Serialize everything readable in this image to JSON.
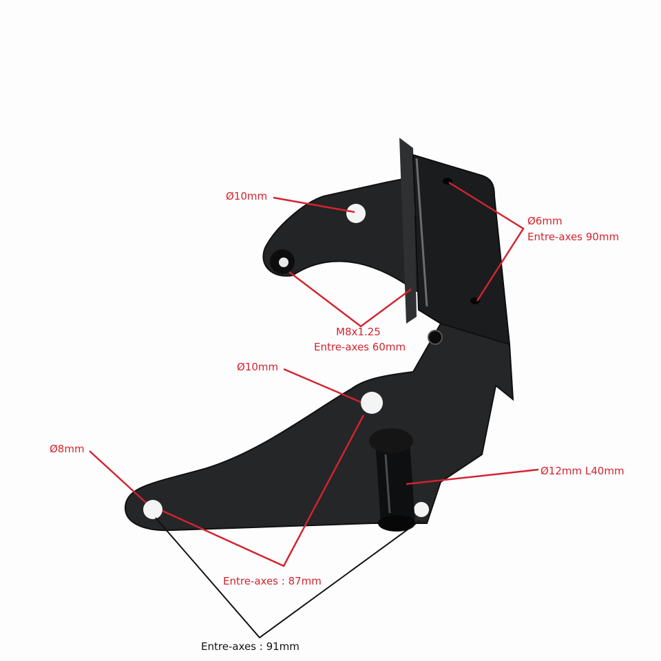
{
  "image": {
    "subject": "black metal bracket with annotated dimensions",
    "background_color": "#fdfdfd",
    "part_color": "#1e1f21",
    "annotation_color_red": "#d3232f",
    "annotation_color_black": "#111111"
  },
  "annotations": {
    "upper_hole": "Ø10mm",
    "slot_holes_diameter": "Ø6mm",
    "slot_holes_spacing": "Entre-axes 90mm",
    "thread_spec": "M8x1.25",
    "thread_spacing": "Entre-axes 60mm",
    "middle_hole": "Ø10mm",
    "left_hole": "Ø8mm",
    "pin": "Ø12mm L40mm",
    "lower_spacing_red": "Entre-axes : 87mm",
    "lower_spacing_black": "Entre-axes : 91mm"
  }
}
